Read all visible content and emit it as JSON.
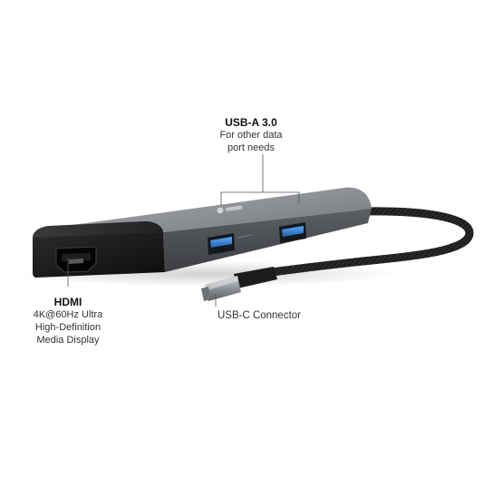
{
  "usb_a": {
    "title": "USB-A 3.0",
    "desc_line1": "For other data",
    "desc_line2": "port needs"
  },
  "hdmi": {
    "title": "HDMI",
    "desc_line1": "4K@60Hz Ultra",
    "desc_line2": "High-Definition",
    "desc_line3": "Media Display"
  },
  "usb_c": {
    "label": "USB-C Connector"
  },
  "colors": {
    "background": "#ffffff",
    "hub_top": "#8a8d92",
    "hub_front": "#4a4c50",
    "hdmi_block": "#1a1a1a",
    "usb_blue": "#2f7fd6",
    "cable": "#2b2b2b"
  }
}
